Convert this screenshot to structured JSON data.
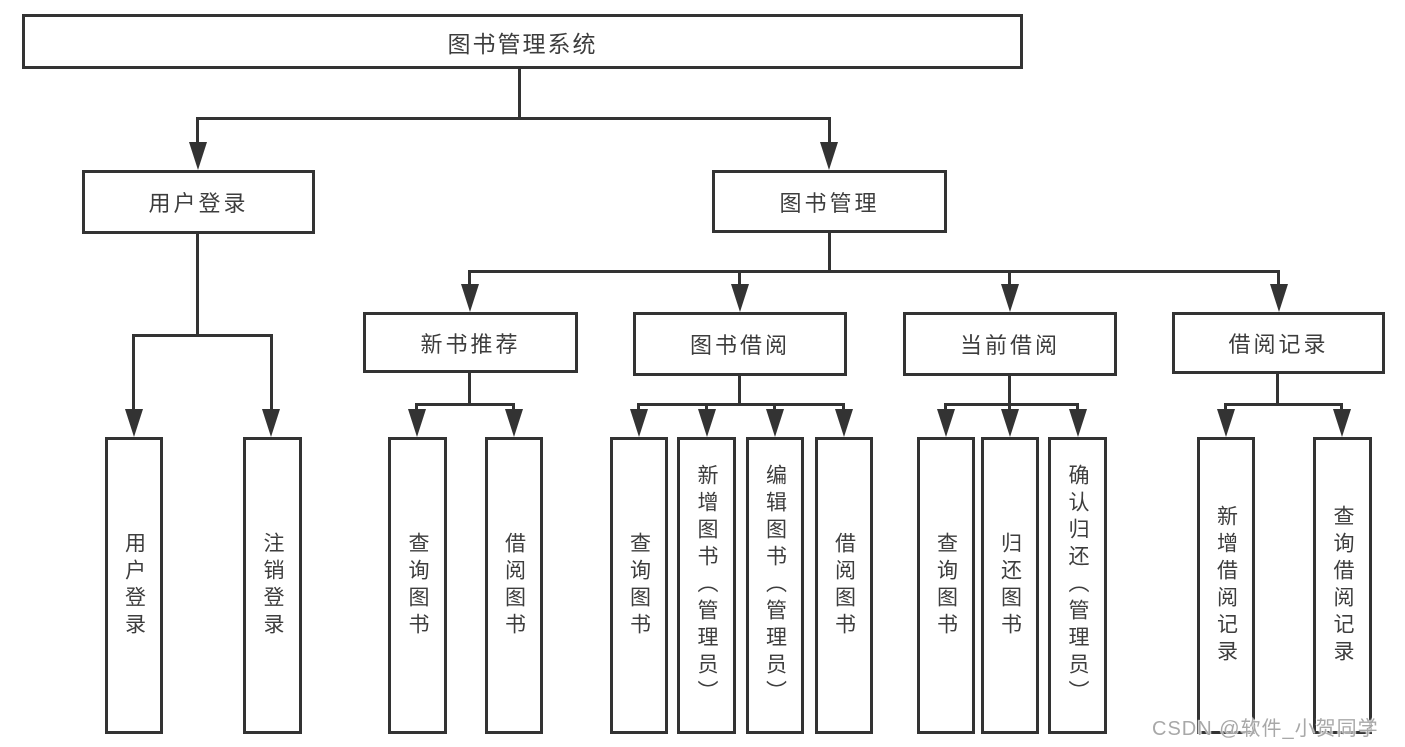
{
  "tree": {
    "label": "图书管理系统",
    "children": [
      {
        "label": "用户登录",
        "children": [
          {
            "label": "用户登录"
          },
          {
            "label": "注销登录"
          }
        ]
      },
      {
        "label": "图书管理",
        "children": [
          {
            "label": "新书推荐",
            "children": [
              {
                "label": "查询图书"
              },
              {
                "label": "借阅图书"
              }
            ]
          },
          {
            "label": "图书借阅",
            "children": [
              {
                "label": "查询图书"
              },
              {
                "label": "新增图书（管理员）"
              },
              {
                "label": "编辑图书（管理员）"
              },
              {
                "label": "借阅图书"
              }
            ]
          },
          {
            "label": "当前借阅",
            "children": [
              {
                "label": "查询图书"
              },
              {
                "label": "归还图书"
              },
              {
                "label": "确认归还（管理员）"
              }
            ]
          },
          {
            "label": "借阅记录",
            "children": [
              {
                "label": "新增借阅记录"
              },
              {
                "label": "查询借阅记录"
              }
            ]
          }
        ]
      }
    ]
  },
  "watermark": {
    "text": "CSDN @软件_小贺同学"
  },
  "colors": {
    "line": "#333333",
    "text": "#3d3d3d",
    "box_fill": "#ffffff",
    "background": "#ffffff",
    "watermark": "#a8a8a8"
  }
}
